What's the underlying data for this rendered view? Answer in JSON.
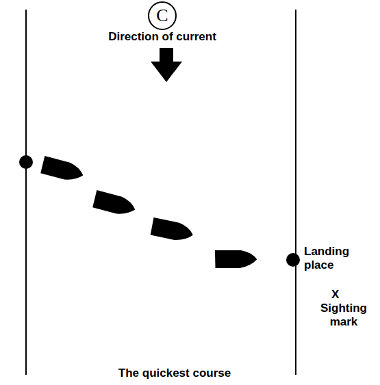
{
  "diagram": {
    "caption": "The quickest course",
    "nodes": [
      {
        "text": [
          "C"
        ]
      }
    ],
    "labels": [
      "Direction of current",
      "Landing place",
      "X",
      "Sighting mark"
    ]
  }
}
